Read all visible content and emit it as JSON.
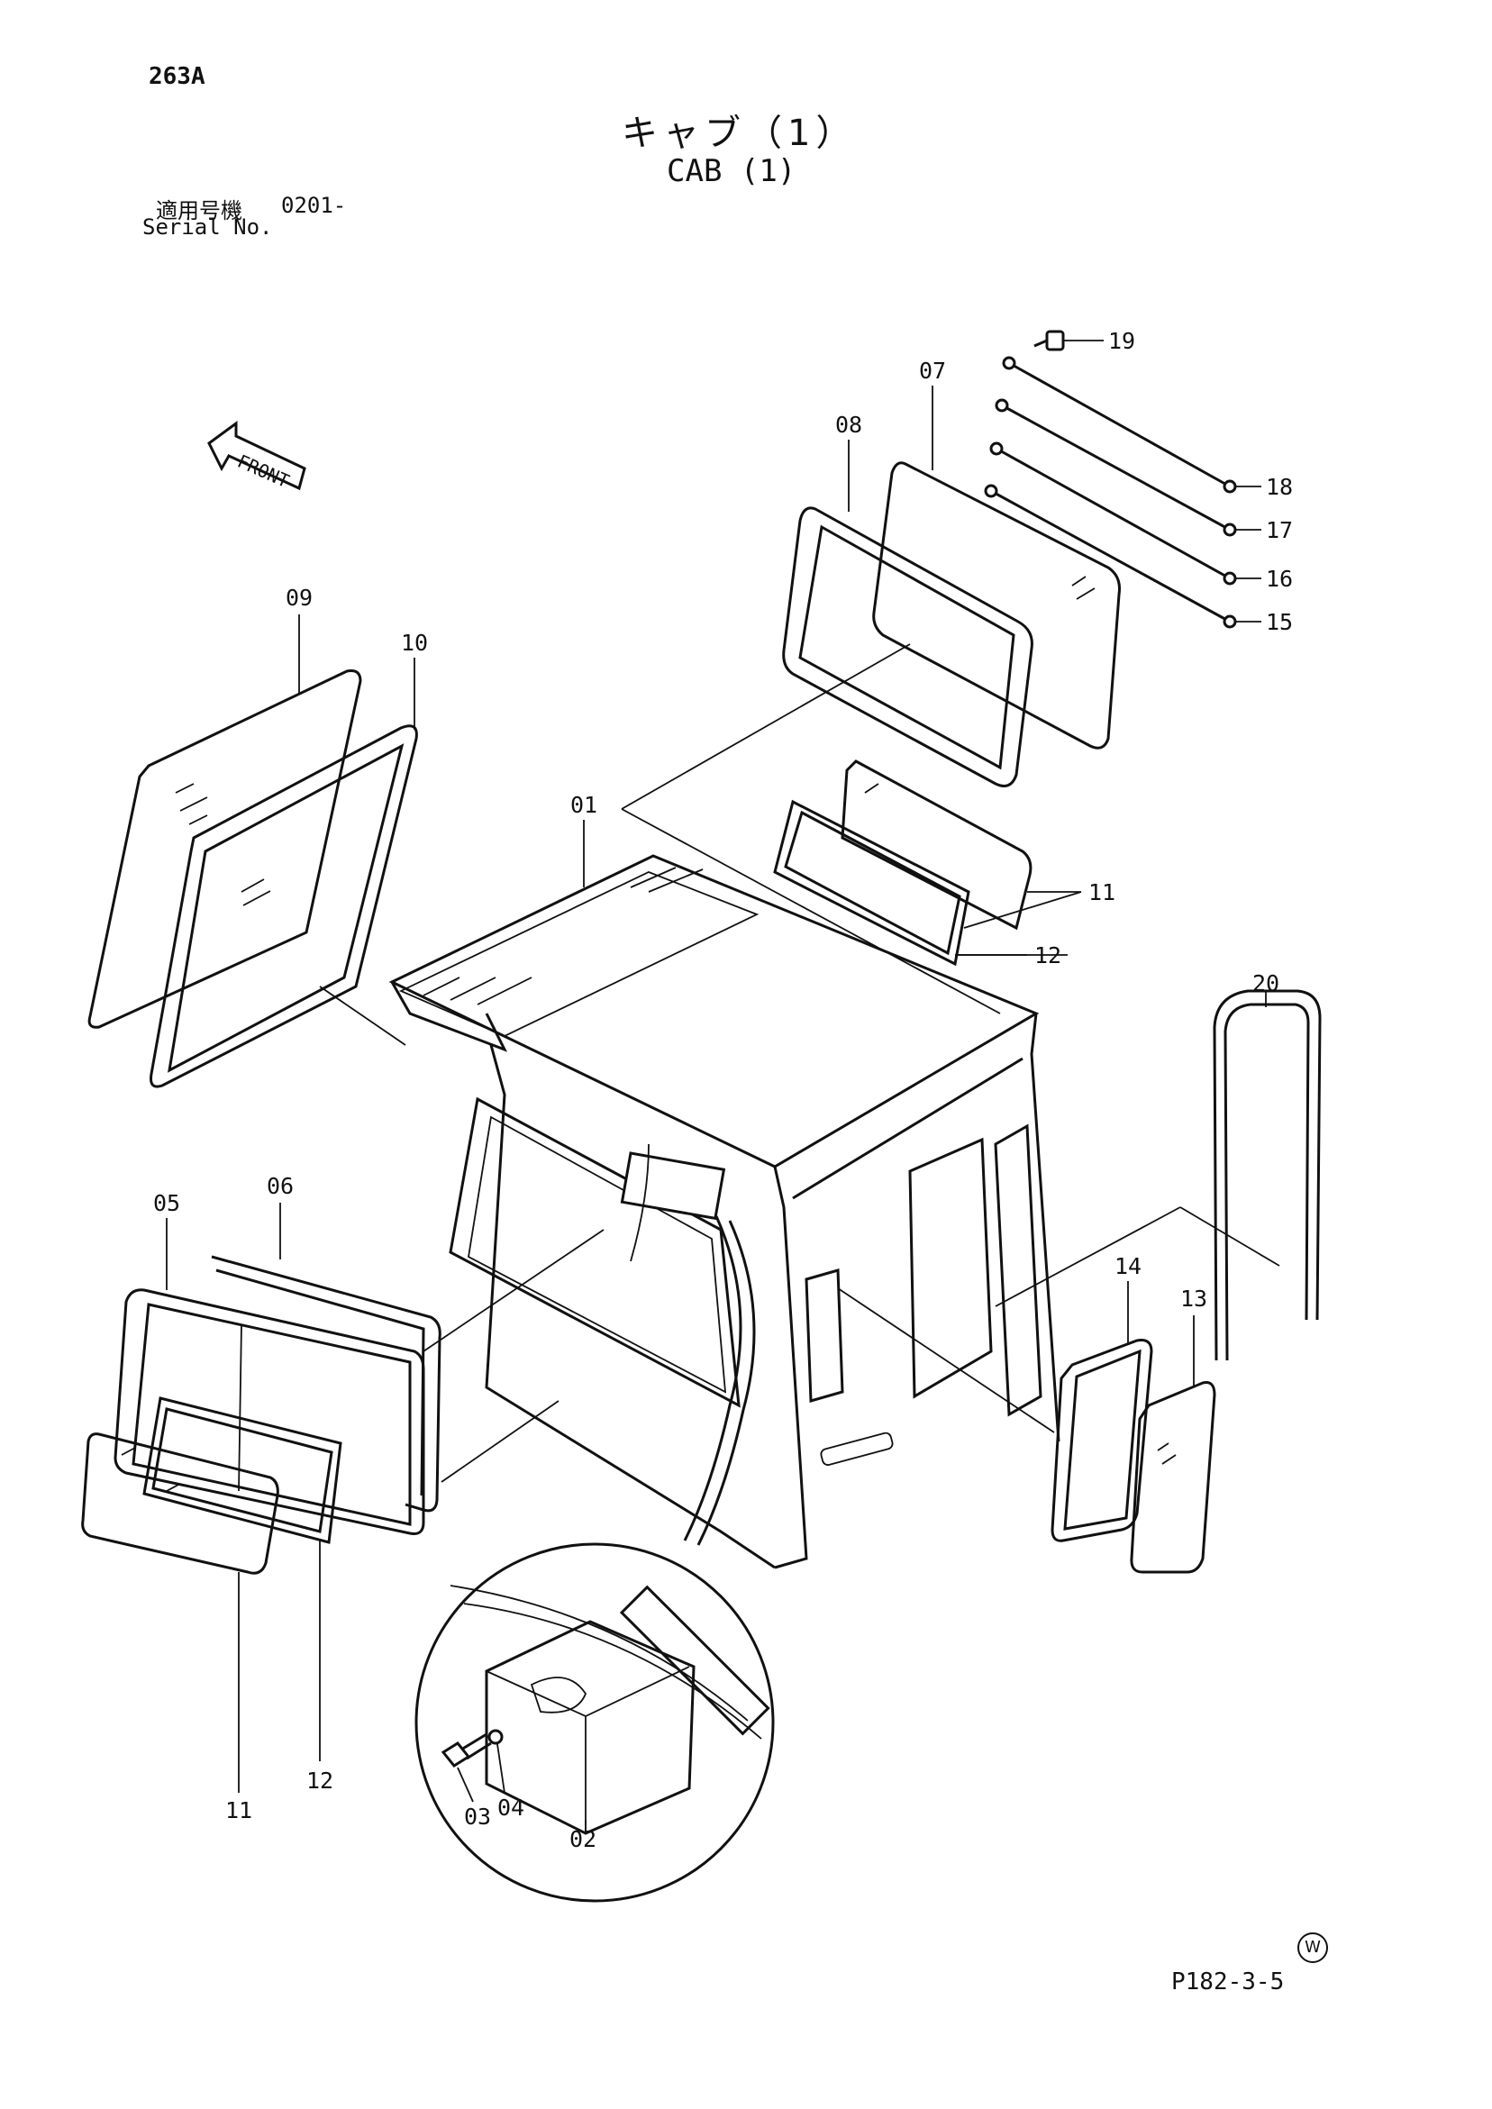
{
  "header": {
    "page_code": "263A",
    "title_jp": "キャブ（1）",
    "title_en": "CAB (1)",
    "serial_label_jp": "適用号機",
    "serial_value": "0201-",
    "serial_label_en": "Serial No."
  },
  "direction_label": "FRONT",
  "callouts": {
    "p01": "01",
    "p02": "02",
    "p03": "03",
    "p04": "04",
    "p05": "05",
    "p06": "06",
    "p07": "07",
    "p08": "08",
    "p09": "09",
    "p10": "10",
    "p11a": "11",
    "p11b": "11",
    "p12a": "12",
    "p12b": "12",
    "p13": "13",
    "p14": "14",
    "p15": "15",
    "p16": "16",
    "p17": "17",
    "p18": "18",
    "p19": "19",
    "p20": "20"
  },
  "footer": {
    "ref_code": "P182-3-5",
    "mark": "W"
  }
}
